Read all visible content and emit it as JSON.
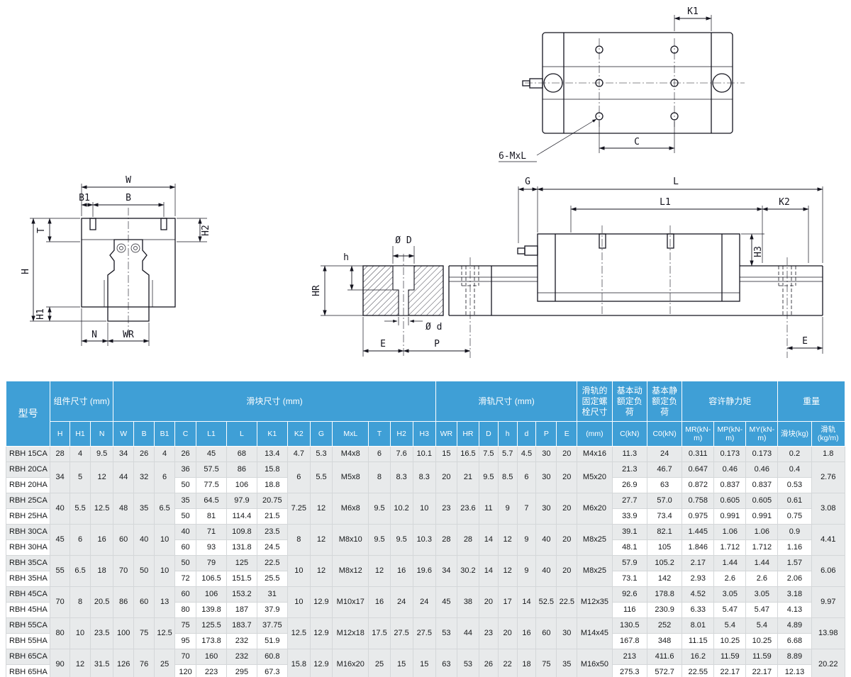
{
  "colors": {
    "header_blue": "#3f9fd6",
    "row_gray": "#e8eaeb",
    "line_dark": "#15151f"
  },
  "dims": {
    "k1": "K1",
    "c": "C",
    "bolt_callout": "6-MxL",
    "w": "W",
    "b1": "B1",
    "b": "B",
    "t": "T",
    "h2": "H2",
    "h": "H",
    "h1": "H1",
    "n": "N",
    "wr": "WR",
    "g": "G",
    "l": "L",
    "l1": "L1",
    "k2": "K2",
    "h3": "H3",
    "hr": "HR",
    "h_small": "h",
    "d_big": "Ø D",
    "d_small": "Ø d",
    "e_left": "E",
    "p": "P",
    "e_right": "E"
  },
  "table": {
    "header_row1": [
      {
        "t": "型号",
        "rs": 2
      },
      {
        "t": "组件尺寸 (mm)",
        "cs": 3
      },
      {
        "t": "滑块尺寸 (mm)",
        "cs": 13
      },
      {
        "t": "滑轨尺寸 (mm)",
        "cs": 7
      },
      {
        "t": "滑轨的固定螺栓尺寸"
      },
      {
        "t": "基本动额定负荷"
      },
      {
        "t": "基本静额定负荷"
      },
      {
        "t": "容许静力矩",
        "cs": 3
      },
      {
        "t": "重量",
        "cs": 2
      }
    ],
    "header_row2": [
      "H",
      "H1",
      "N",
      "W",
      "B",
      "B1",
      "C",
      "L1",
      "L",
      "K1",
      "K2",
      "G",
      "MxL",
      "T",
      "H2",
      "H3",
      "WR",
      "HR",
      "D",
      "h",
      "d",
      "P",
      "E",
      "(mm)",
      "C(kN)",
      "C0(kN)",
      "MR(kN-m)",
      "MP(kN-m)",
      "MY(kN-m)",
      "滑块(kg)",
      "滑轨(kg/m)"
    ],
    "groups": [
      {
        "models": [
          "RBH 15CA"
        ],
        "dims_shared": [
          "28",
          "4",
          "9.5",
          "34",
          "26",
          "4"
        ],
        "block_rows": [
          [
            "26",
            "45",
            "68",
            "13.4"
          ]
        ],
        "mid_shared": [
          "4.7",
          "5.3",
          "M4x8",
          "6",
          "7.6",
          "10.1"
        ],
        "rail_shared": [
          "15",
          "16.5",
          "7.5",
          "5.7",
          "4.5",
          "30",
          "20"
        ],
        "bolt": "M4x16",
        "load_rows": [
          [
            "11.3",
            "24",
            "0.311",
            "0.173",
            "0.173",
            "0.2"
          ]
        ],
        "rail_weight": "1.8"
      },
      {
        "models": [
          "RBH 20CA",
          "RBH 20HA"
        ],
        "dims_shared": [
          "34",
          "5",
          "12",
          "44",
          "32",
          "6"
        ],
        "block_rows": [
          [
            "36",
            "57.5",
            "86",
            "15.8"
          ],
          [
            "50",
            "77.5",
            "106",
            "18.8"
          ]
        ],
        "mid_shared": [
          "6",
          "5.5",
          "M5x8",
          "8",
          "8.3",
          "8.3"
        ],
        "rail_shared": [
          "20",
          "21",
          "9.5",
          "8.5",
          "6",
          "30",
          "20"
        ],
        "bolt": "M5x20",
        "load_rows": [
          [
            "21.3",
            "46.7",
            "0.647",
            "0.46",
            "0.46",
            "0.4"
          ],
          [
            "26.9",
            "63",
            "0.872",
            "0.837",
            "0.837",
            "0.53"
          ]
        ],
        "rail_weight": "2.76"
      },
      {
        "models": [
          "RBH 25CA",
          "RBH 25HA"
        ],
        "dims_shared": [
          "40",
          "5.5",
          "12.5",
          "48",
          "35",
          "6.5"
        ],
        "block_rows": [
          [
            "35",
            "64.5",
            "97.9",
            "20.75"
          ],
          [
            "50",
            "81",
            "114.4",
            "21.5"
          ]
        ],
        "mid_shared": [
          "7.25",
          "12",
          "M6x8",
          "9.5",
          "10.2",
          "10"
        ],
        "rail_shared": [
          "23",
          "23.6",
          "11",
          "9",
          "7",
          "30",
          "20"
        ],
        "bolt": "M6x20",
        "load_rows": [
          [
            "27.7",
            "57.0",
            "0.758",
            "0.605",
            "0.605",
            "0.61"
          ],
          [
            "33.9",
            "73.4",
            "0.975",
            "0.991",
            "0.991",
            "0.75"
          ]
        ],
        "rail_weight": "3.08"
      },
      {
        "models": [
          "RBH 30CA",
          "RBH 30HA"
        ],
        "dims_shared": [
          "45",
          "6",
          "16",
          "60",
          "40",
          "10"
        ],
        "block_rows": [
          [
            "40",
            "71",
            "109.8",
            "23.5"
          ],
          [
            "60",
            "93",
            "131.8",
            "24.5"
          ]
        ],
        "mid_shared": [
          "8",
          "12",
          "M8x10",
          "9.5",
          "9.5",
          "10.3"
        ],
        "rail_shared": [
          "28",
          "28",
          "14",
          "12",
          "9",
          "40",
          "20"
        ],
        "bolt": "M8x25",
        "load_rows": [
          [
            "39.1",
            "82.1",
            "1.445",
            "1.06",
            "1.06",
            "0.9"
          ],
          [
            "48.1",
            "105",
            "1.846",
            "1.712",
            "1.712",
            "1.16"
          ]
        ],
        "rail_weight": "4.41"
      },
      {
        "models": [
          "RBH 35CA",
          "RBH 35HA"
        ],
        "dims_shared": [
          "55",
          "6.5",
          "18",
          "70",
          "50",
          "10"
        ],
        "block_rows": [
          [
            "50",
            "79",
            "125",
            "22.5"
          ],
          [
            "72",
            "106.5",
            "151.5",
            "25.5"
          ]
        ],
        "mid_shared": [
          "10",
          "12",
          "M8x12",
          "12",
          "16",
          "19.6"
        ],
        "rail_shared": [
          "34",
          "30.2",
          "14",
          "12",
          "9",
          "40",
          "20"
        ],
        "bolt": "M8x25",
        "load_rows": [
          [
            "57.9",
            "105.2",
            "2.17",
            "1.44",
            "1.44",
            "1.57"
          ],
          [
            "73.1",
            "142",
            "2.93",
            "2.6",
            "2.6",
            "2.06"
          ]
        ],
        "rail_weight": "6.06"
      },
      {
        "models": [
          "RBH 45CA",
          "RBH 45HA"
        ],
        "dims_shared": [
          "70",
          "8",
          "20.5",
          "86",
          "60",
          "13"
        ],
        "block_rows": [
          [
            "60",
            "106",
            "153.2",
            "31"
          ],
          [
            "80",
            "139.8",
            "187",
            "37.9"
          ]
        ],
        "mid_shared": [
          "10",
          "12.9",
          "M10x17",
          "16",
          "24",
          "24"
        ],
        "rail_shared": [
          "45",
          "38",
          "20",
          "17",
          "14",
          "52.5",
          "22.5"
        ],
        "bolt": "M12x35",
        "load_rows": [
          [
            "92.6",
            "178.8",
            "4.52",
            "3.05",
            "3.05",
            "3.18"
          ],
          [
            "116",
            "230.9",
            "6.33",
            "5.47",
            "5.47",
            "4.13"
          ]
        ],
        "rail_weight": "9.97"
      },
      {
        "models": [
          "RBH 55CA",
          "RBH 55HA"
        ],
        "dims_shared": [
          "80",
          "10",
          "23.5",
          "100",
          "75",
          "12.5"
        ],
        "block_rows": [
          [
            "75",
            "125.5",
            "183.7",
            "37.75"
          ],
          [
            "95",
            "173.8",
            "232",
            "51.9"
          ]
        ],
        "mid_shared": [
          "12.5",
          "12.9",
          "M12x18",
          "17.5",
          "27.5",
          "27.5"
        ],
        "rail_shared": [
          "53",
          "44",
          "23",
          "20",
          "16",
          "60",
          "30"
        ],
        "bolt": "M14x45",
        "load_rows": [
          [
            "130.5",
            "252",
            "8.01",
            "5.4",
            "5.4",
            "4.89"
          ],
          [
            "167.8",
            "348",
            "11.15",
            "10.25",
            "10.25",
            "6.68"
          ]
        ],
        "rail_weight": "13.98"
      },
      {
        "models": [
          "RBH 65CA",
          "RBH 65HA"
        ],
        "dims_shared": [
          "90",
          "12",
          "31.5",
          "126",
          "76",
          "25"
        ],
        "block_rows": [
          [
            "70",
            "160",
            "232",
            "60.8"
          ],
          [
            "120",
            "223",
            "295",
            "67.3"
          ]
        ],
        "mid_shared": [
          "15.8",
          "12.9",
          "M16x20",
          "25",
          "15",
          "15"
        ],
        "rail_shared": [
          "63",
          "53",
          "26",
          "22",
          "18",
          "75",
          "35"
        ],
        "bolt": "M16x50",
        "load_rows": [
          [
            "213",
            "411.6",
            "16.2",
            "11.59",
            "11.59",
            "8.89"
          ],
          [
            "275.3",
            "572.7",
            "22.55",
            "22.17",
            "22.17",
            "12.13"
          ]
        ],
        "rail_weight": "20.22"
      }
    ]
  }
}
